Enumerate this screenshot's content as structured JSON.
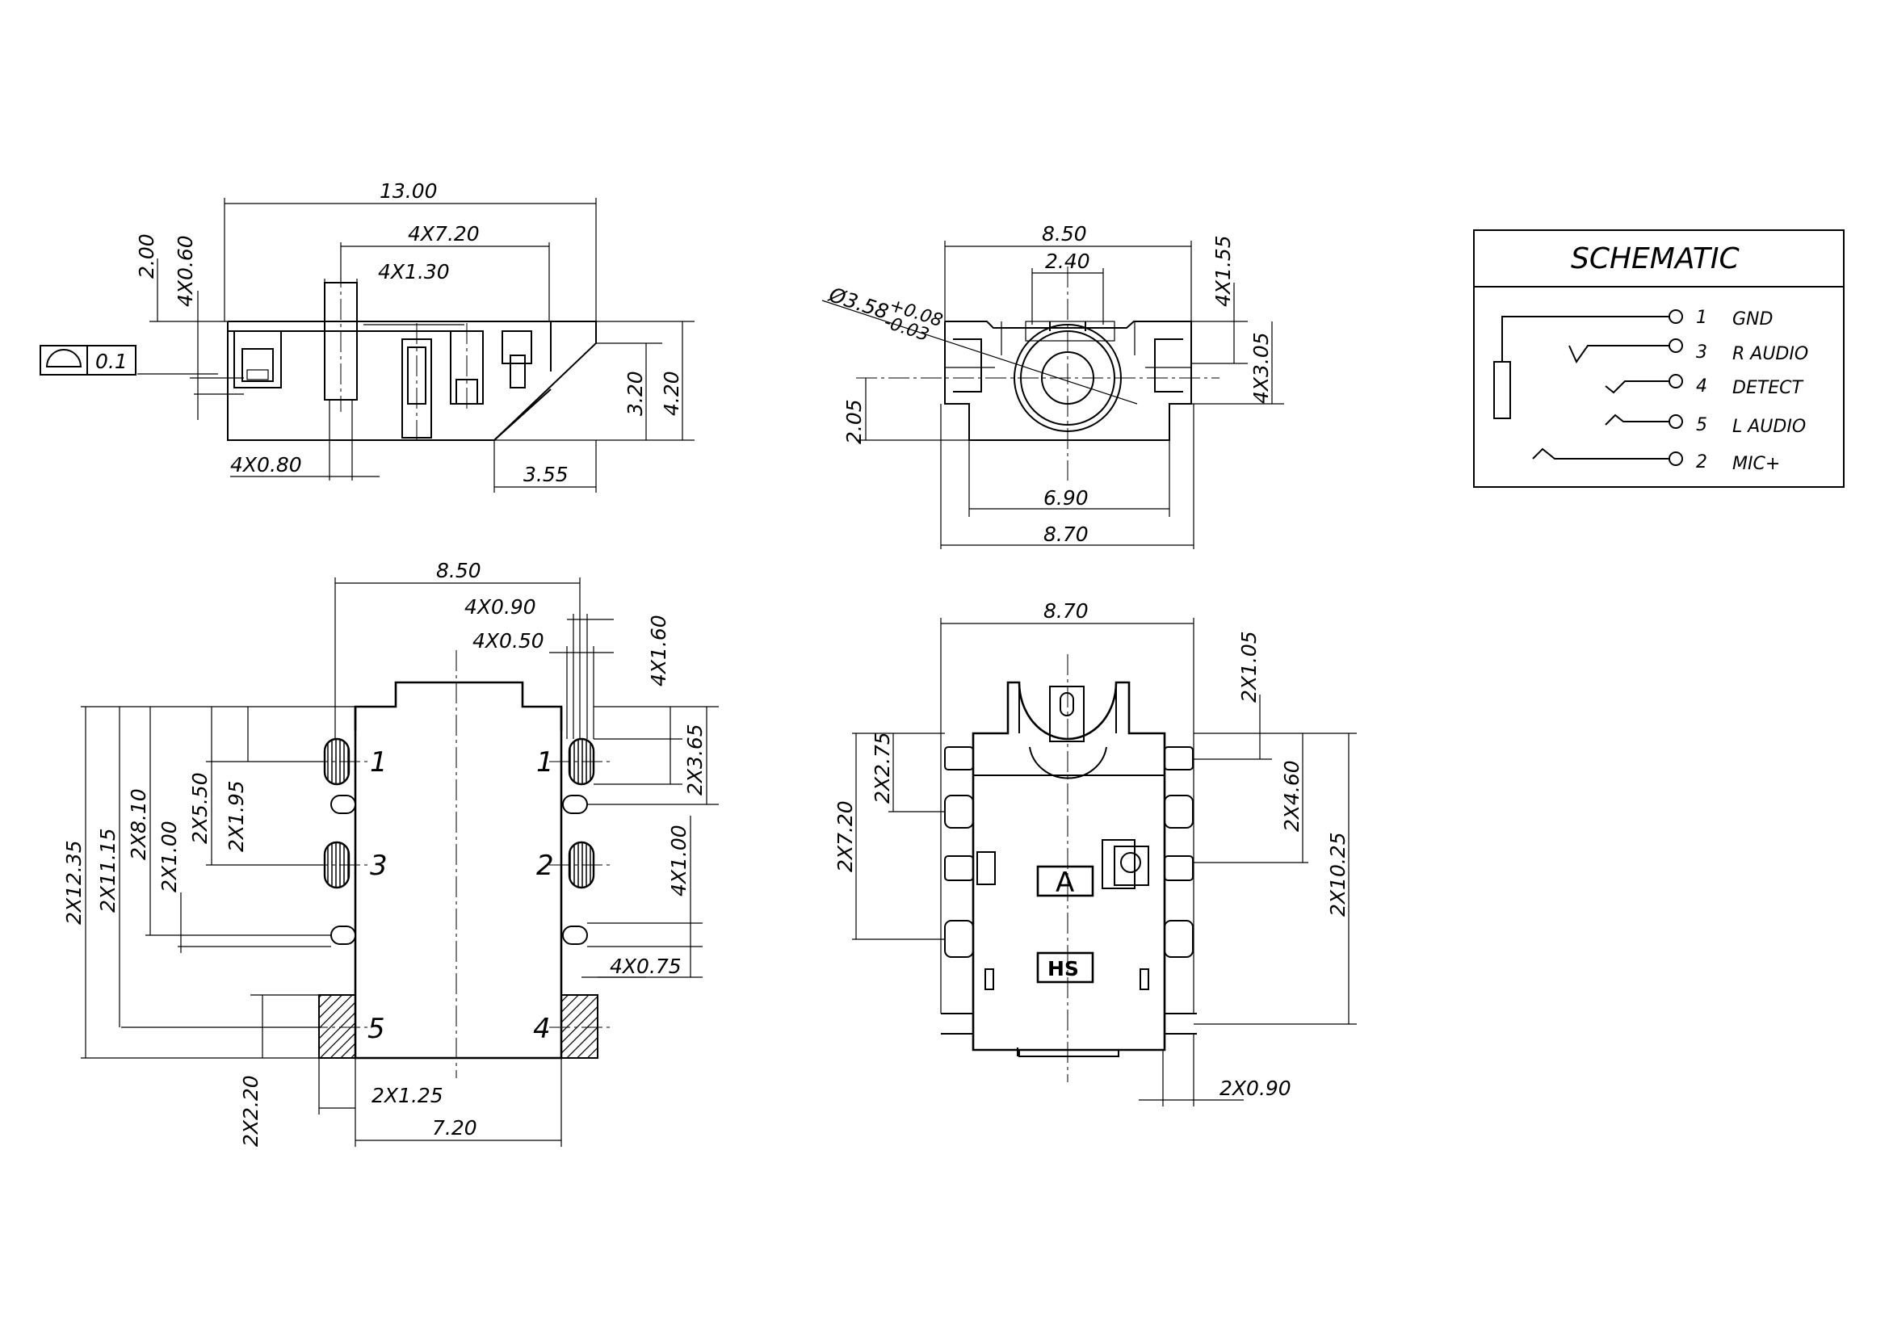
{
  "side_view": {
    "dims": {
      "overall_length": "13.00",
      "pin_pitch": "4X7.20",
      "pin_width": "4X1.30",
      "height_top": "2.00",
      "pin_height": "4X0.60",
      "body_height": "3.20",
      "total_height": "4.20",
      "pin_thickness": "4X0.80",
      "front_length": "3.55"
    },
    "tolerance": {
      "symbol": "profile-of-surface-icon",
      "value": "0.1"
    }
  },
  "front_view": {
    "dims": {
      "width_top": "8.50",
      "opening": "2.40",
      "top_step": "4X1.55",
      "diameter": "Ø3.58",
      "tol_plus": "+0.08",
      "tol_minus": "-0.03",
      "side_height": "4X3.05",
      "center_height": "2.05",
      "inner_width": "6.90",
      "overall_width": "8.70"
    }
  },
  "schematic": {
    "title": "SCHEMATIC",
    "pins": [
      {
        "num": "1",
        "label": "GND"
      },
      {
        "num": "3",
        "label": "R AUDIO"
      },
      {
        "num": "4",
        "label": "DETECT"
      },
      {
        "num": "5",
        "label": "L AUDIO"
      },
      {
        "num": "2",
        "label": "MIC+"
      }
    ]
  },
  "pcb_view": {
    "dims": {
      "pad_span": "8.50",
      "slot_width": "4X0.90",
      "slot_inner": "4X0.50",
      "slot_length": "4X1.60",
      "row2_offset": "2X3.65",
      "pitch": "4X1.00",
      "pad_edge": "4X0.75",
      "h_12_35": "2X12.35",
      "h_11_15": "2X11.15",
      "h_8_10": "2X8.10",
      "h_5_50": "2X5.50",
      "h_1_95": "2X1.95",
      "h_1_00": "2X1.00",
      "h_2_20": "2X2.20",
      "pad_w": "2X1.25",
      "body_w": "7.20"
    },
    "pin_labels": {
      "tl": "1",
      "tr": "1",
      "ml": "3",
      "mr": "2",
      "bl": "5",
      "br": "4"
    }
  },
  "bottom_view": {
    "dims": {
      "overall_width": "8.70",
      "pin_first": "2X1.05",
      "pin_2_75": "2X2.75",
      "pin_7_20": "2X7.20",
      "pin_4_60": "2X4.60",
      "pin_10_25": "2X10.25",
      "tab_w": "2X0.90"
    },
    "marks": {
      "a": "A",
      "hs": "HS"
    }
  }
}
